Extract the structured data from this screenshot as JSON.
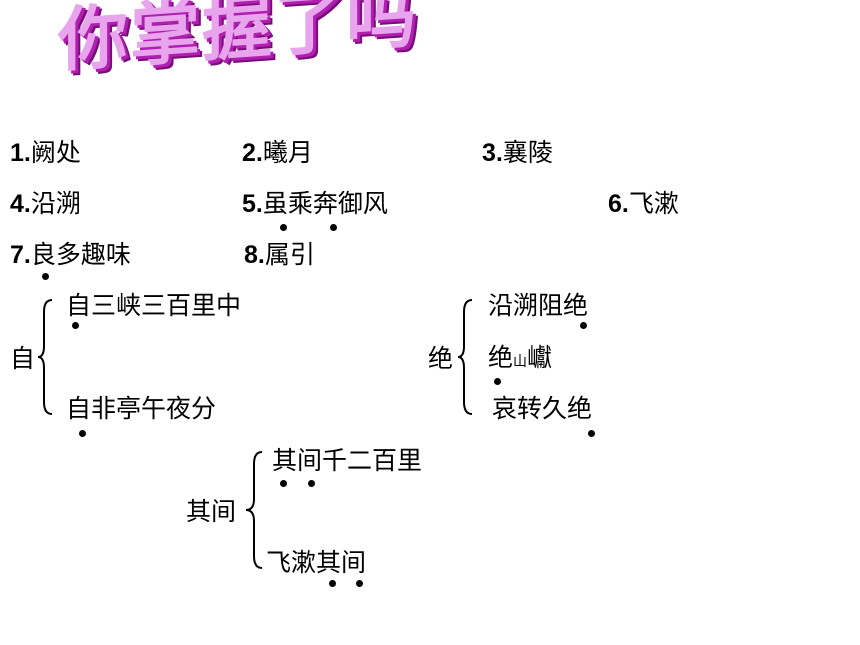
{
  "title": "你掌握了吗",
  "items": [
    {
      "num": "1.",
      "text": "阙处"
    },
    {
      "num": "2.",
      "text": "曦月"
    },
    {
      "num": "3.",
      "text": "襄陵"
    },
    {
      "num": "4.",
      "text": "沿溯"
    },
    {
      "num": "5.",
      "text": "虽乘奔御风"
    },
    {
      "num": "6.",
      "text": "飞漱"
    },
    {
      "num": "7.",
      "text": "良多趣味"
    },
    {
      "num": "8.",
      "text": "属引"
    }
  ],
  "groups": {
    "zi": {
      "head": "自",
      "lines": [
        "自三峡三百里中",
        "自非亭午夜分"
      ]
    },
    "jue": {
      "head": "绝",
      "lines": [
        "沿溯阻绝",
        "绝",
        "巘",
        "哀转久绝"
      ],
      "small_char": "山"
    },
    "jian": {
      "head": "其间",
      "lines": [
        "其间千二百里",
        "飞漱其间"
      ]
    }
  }
}
